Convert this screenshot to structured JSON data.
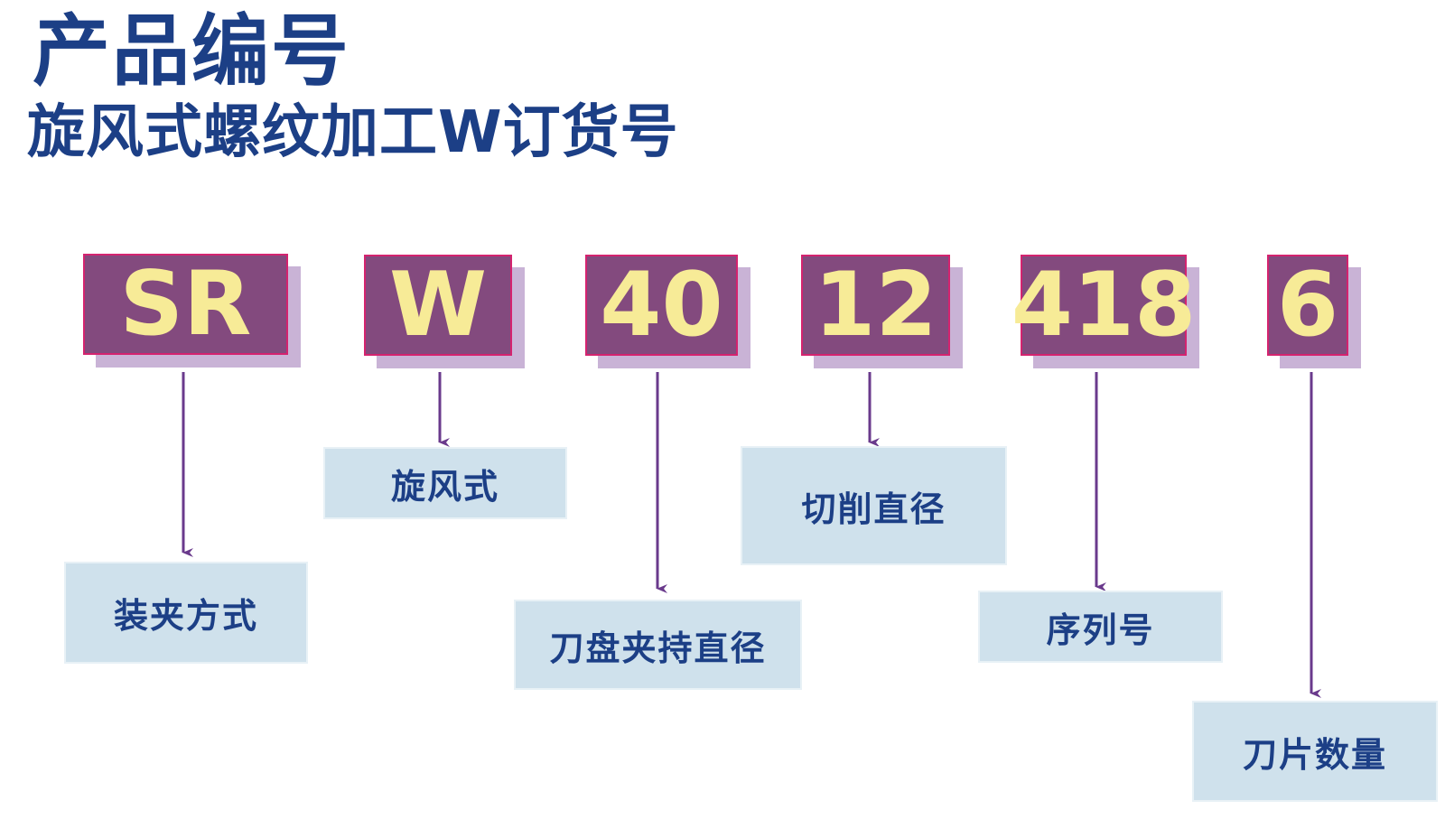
{
  "title": "产品编号",
  "subtitle": "旋风式螺纹加工W订货号",
  "colors": {
    "title": "#1c3f86",
    "code_fill": "#834a7e",
    "code_border": "#d4236f",
    "code_shadow": "#c9b3d6",
    "code_text": "#f7eb97",
    "box_fill": "#cfe1ec",
    "box_text": "#1c3f86",
    "arrow": "#6a3a8c"
  },
  "segments": [
    {
      "code": "SR",
      "label": "装夹方式"
    },
    {
      "code": "W",
      "label": "旋风式"
    },
    {
      "code": "40",
      "label": "刀盘夹持直径"
    },
    {
      "code": "12",
      "label": "切削直径"
    },
    {
      "code": "418",
      "label": "序列号"
    },
    {
      "code": "6",
      "label": "刀片数量"
    }
  ]
}
